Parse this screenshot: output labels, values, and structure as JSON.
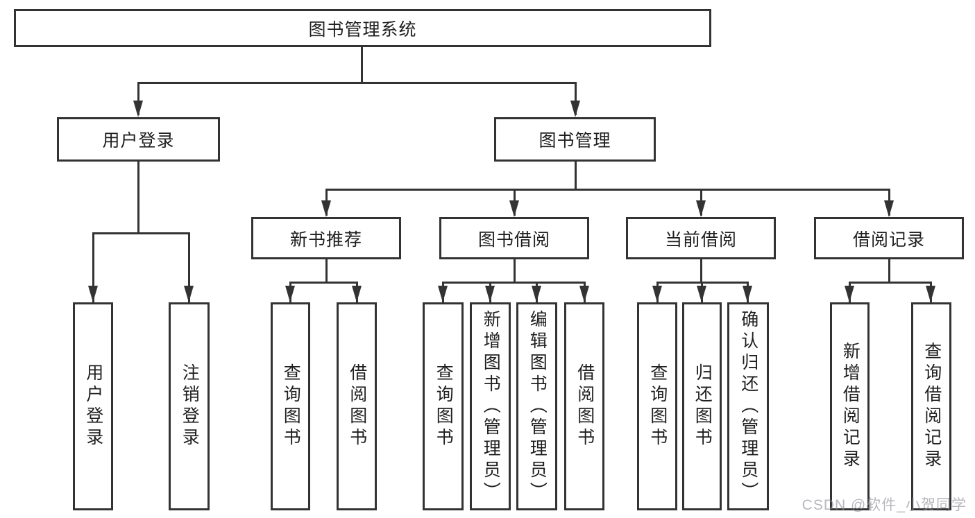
{
  "colors": {
    "line": "#333333",
    "text": "#1f1f1f",
    "watermark": "rgba(138,138,150,0.62)",
    "bg": "#ffffff"
  },
  "nodes": {
    "root": {
      "label": "图书管理系统"
    },
    "user_login": {
      "label": "用户登录"
    },
    "book_management": {
      "label": "图书管理"
    },
    "new_book_recommend": {
      "label": "新书推荐"
    },
    "book_borrow": {
      "label": "图书借阅"
    },
    "current_borrow": {
      "label": "当前借阅"
    },
    "borrow_records": {
      "label": "借阅记录"
    },
    "leaf_user_login": {
      "label": "用户登录"
    },
    "leaf_logout": {
      "label": "注销登录"
    },
    "leaf_query_books_recommend": {
      "label": "查询图书"
    },
    "leaf_borrow_books_recommend": {
      "label": "借阅图书"
    },
    "leaf_query_books_borrow": {
      "label": "查询图书"
    },
    "leaf_add_books_admin": {
      "label": "新增图书（管理员）"
    },
    "leaf_edit_books_admin": {
      "label": "编辑图书（管理员）"
    },
    "leaf_borrow_books_borrow": {
      "label": "借阅图书"
    },
    "leaf_query_books_current": {
      "label": "查询图书"
    },
    "leaf_return_books": {
      "label": "归还图书"
    },
    "leaf_confirm_return_admin": {
      "label": "确认归还（管理员）"
    },
    "leaf_add_borrow_record": {
      "label": "新增借阅记录"
    },
    "leaf_query_borrow_record": {
      "label": "查询借阅记录"
    }
  },
  "watermark": {
    "text": "CSDN @软件_小贺同学"
  }
}
